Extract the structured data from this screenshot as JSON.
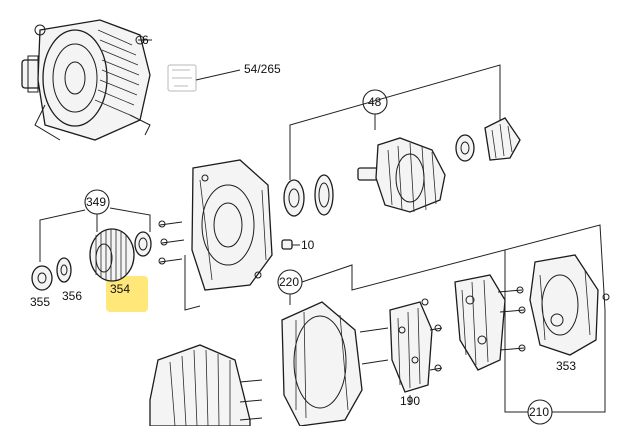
{
  "labels": {
    "label_6": "6",
    "label_54_265": "54/265",
    "label_48": "48",
    "label_349": "349",
    "label_10": "10",
    "label_220": "220",
    "label_355": "355",
    "label_356": "356",
    "label_354": "354",
    "label_190": "190",
    "label_353": "353",
    "label_210": "210"
  },
  "highlight": {
    "part": "354",
    "color": "#ffe77a"
  },
  "colors": {
    "line": "#1c1c1c",
    "background": "#ffffff"
  }
}
